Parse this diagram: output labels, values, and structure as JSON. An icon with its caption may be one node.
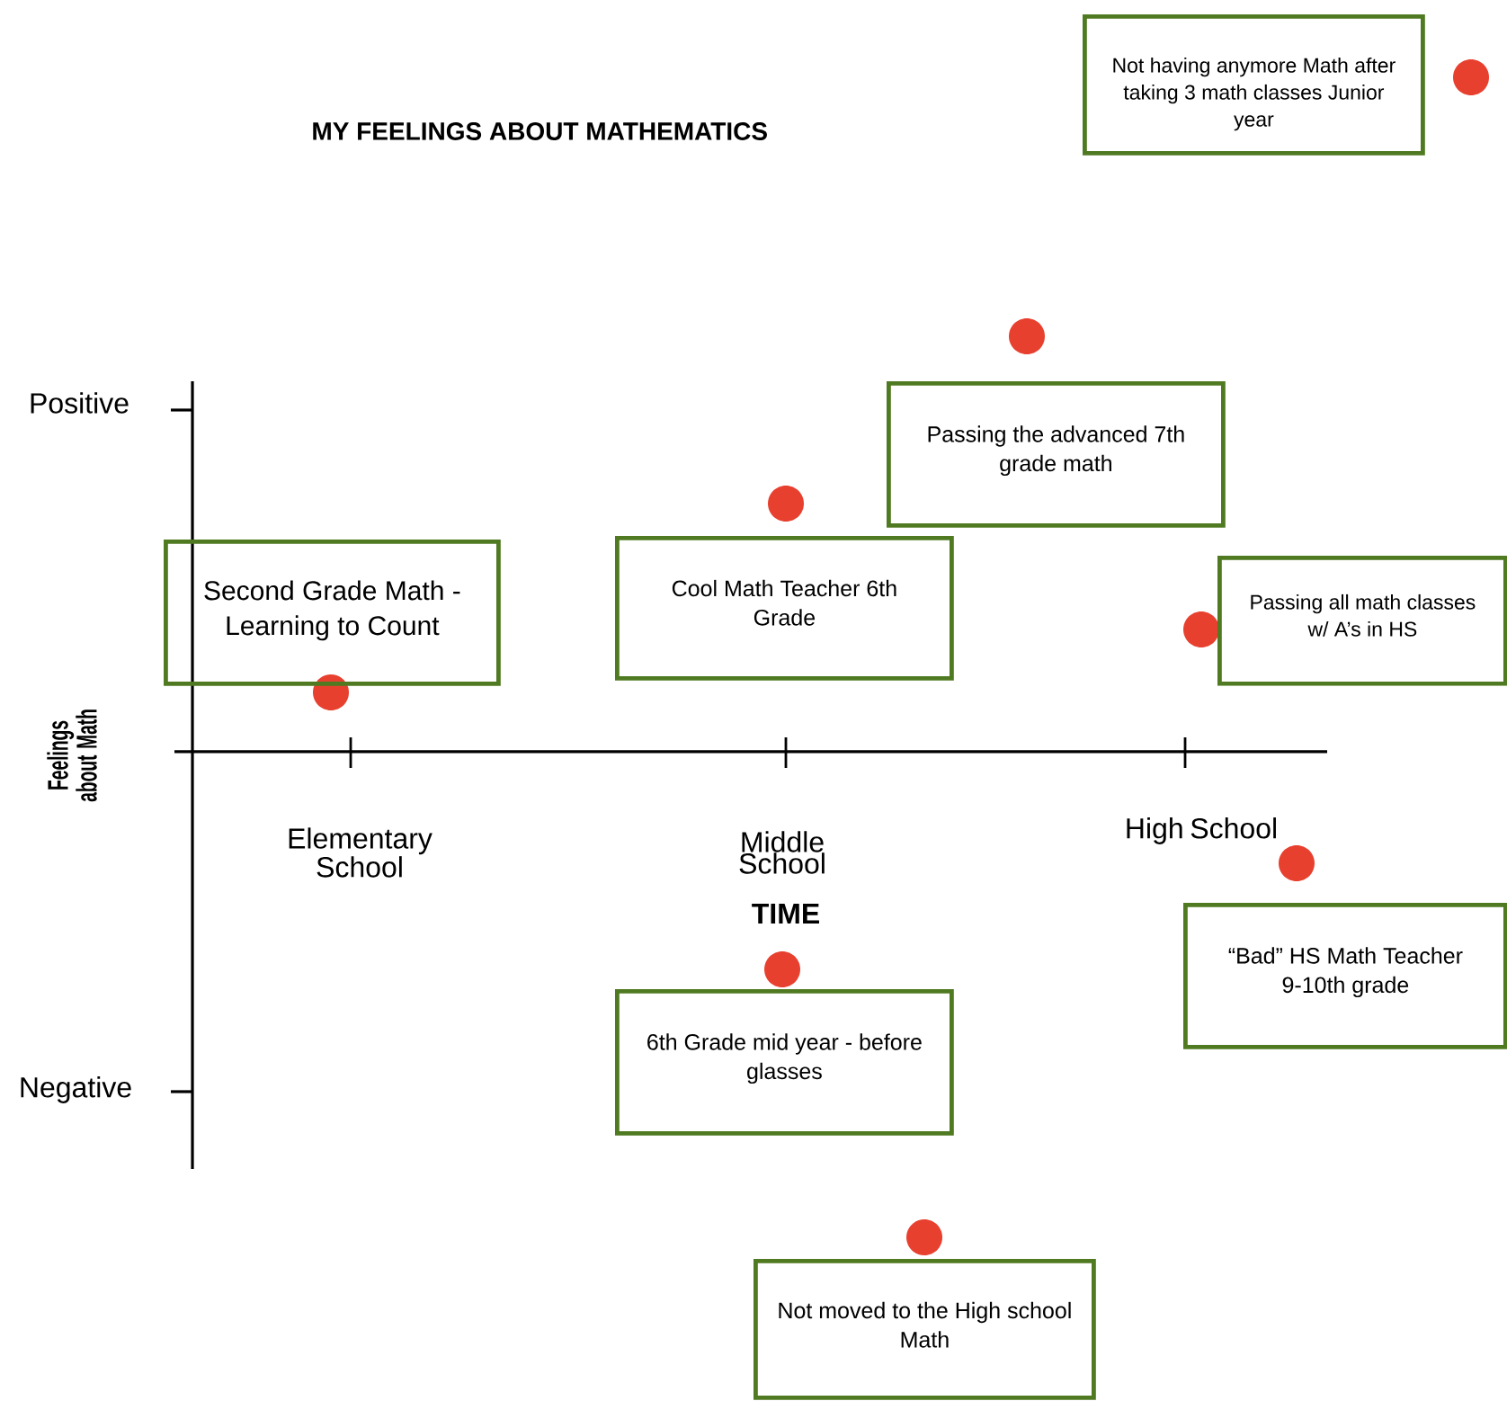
{
  "diagram": {
    "title": "MY FEELINGS ABOUT MATHEMATICS",
    "nodes": [
      {
        "text": [
          "Not having anymore Math after taking 3 math classes Junior year"
        ]
      },
      {
        "text": [
          "Passing the advanced 7th grade math"
        ]
      },
      {
        "text": [
          "Second Grade Math - Learning to Count"
        ]
      },
      {
        "text": [
          "Cool Math Teacher 6th Grade"
        ]
      },
      {
        "text": [
          "Passing all math classes w/ A’s in HS"
        ]
      },
      {
        "text": [
          "“Bad” HS Math Teacher 9-10th grade"
        ]
      },
      {
        "text": [
          "6th Grade mid year - before glasses"
        ]
      },
      {
        "text": [
          "Not moved to the High school Math"
        ]
      }
    ],
    "labels": [
      "Positive",
      "Negative",
      "Feelings about Math",
      "Elementary School",
      "Middle School",
      "TIME",
      "High School"
    ]
  }
}
